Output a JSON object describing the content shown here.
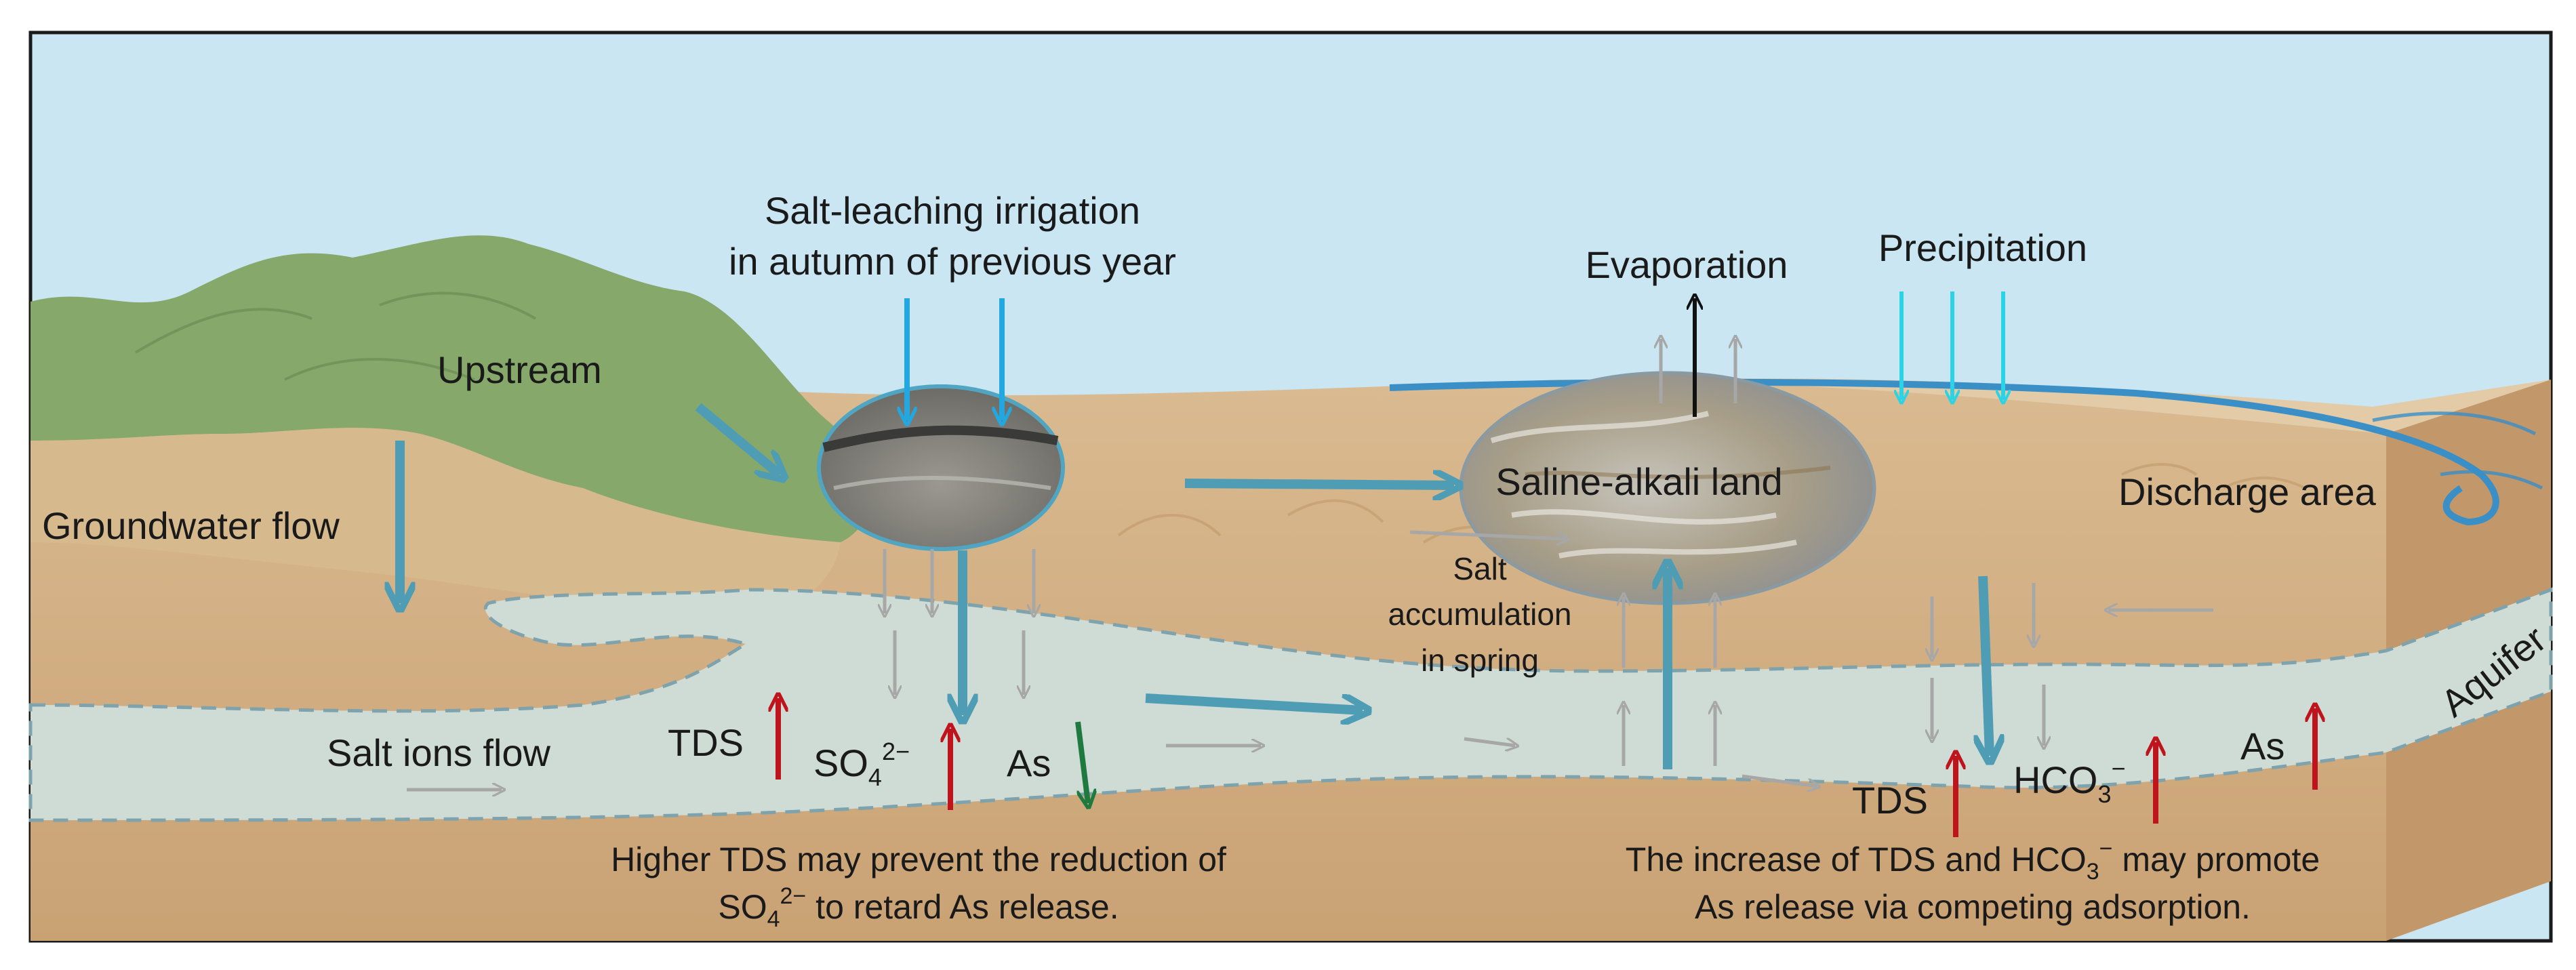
{
  "labels": {
    "irrigation_line1": "Salt-leaching irrigation",
    "irrigation_line2": "in autumn of previous year",
    "upstream": "Upstream",
    "groundwater_flow": "Groundwater flow",
    "salt_ions_flow": "Salt ions flow",
    "evaporation": "Evaporation",
    "precipitation": "Precipitation",
    "saline_alkali_land": "Saline-alkali land",
    "discharge_area": "Discharge area",
    "salt_acc_line1": "Salt",
    "salt_acc_line2": "accumulation",
    "salt_acc_line3": "in spring",
    "aquifer": "Aquifer"
  },
  "indicators_left": {
    "tds": "TDS",
    "so4_base": "SO",
    "so4_sub": "4",
    "so4_sup": "2−",
    "as": "As"
  },
  "indicators_right": {
    "tds": "TDS",
    "hco3_base": "HCO",
    "hco3_sub": "3",
    "hco3_sup": "−",
    "as": "As"
  },
  "captions": {
    "left_line1": "Higher TDS  may prevent the reduction of",
    "left_line2_base": "SO",
    "left_line2_sub": "4",
    "left_line2_sup": "2−",
    "left_line2_rest": " to retard As release.",
    "right_line1_a": "The increase of TDS and HCO",
    "right_line1_sub": "3",
    "right_line1_sup": "−",
    "right_line1_b": " may promote",
    "right_line2": "As release via competing adsorption."
  },
  "colors": {
    "sky": "#c9e6f2",
    "hill": "#86a86a",
    "soil": "#d6b488",
    "soil_dark": "#c69f6e",
    "aquifer": "#cfdcd6",
    "flow_arrow": "#4f9db5",
    "grey_arrow": "#a7a7a7",
    "up_red": "#c0141c",
    "down_green": "#1e7a3e",
    "precip": "#2ad4e6",
    "irrigation": "#22a7e0",
    "river": "#3a8fc7"
  }
}
